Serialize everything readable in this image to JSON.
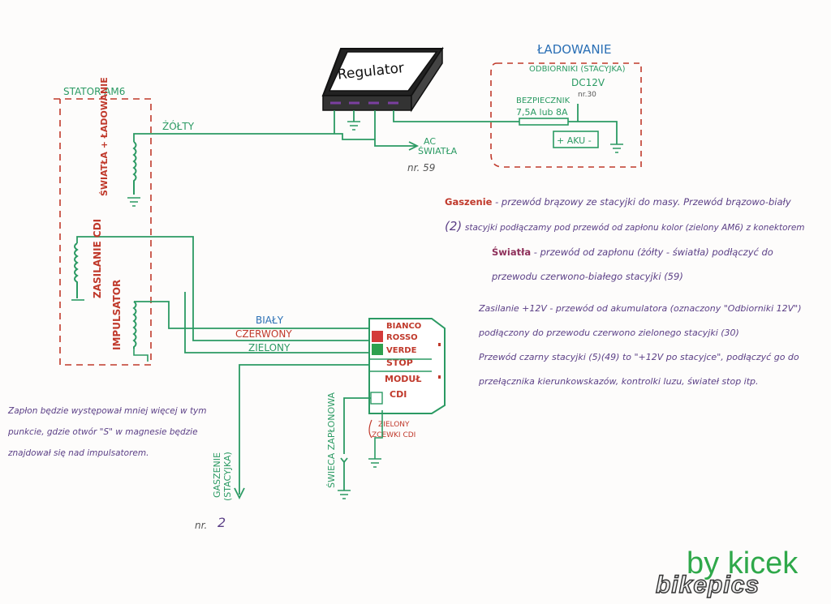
{
  "regulator": {
    "label": "Regulator"
  },
  "stator": {
    "title": "STATOR AM6",
    "coil_lights": "ŚWIATŁA + ŁADOWANIE",
    "coil_cdi": "ZASILANIE CDI",
    "coil_pickup": "IMPULSATOR"
  },
  "wires": {
    "yellow": "ŻÓŁTY",
    "white": "BIAŁY",
    "red": "CZERWONY",
    "green": "ZIELONY"
  },
  "ac_lights": {
    "label_1": "AC",
    "label_2": "ŚWIATŁA",
    "nr": "nr. 59"
  },
  "charging": {
    "title": "ŁADOWANIE",
    "receivers": "ODBIORNIKI (STACYJKA)",
    "dc": "DC12V",
    "dc_nr": "nr.30",
    "fuse_1": "BEZPIECZNIK",
    "fuse_2": "7,5A lub 8A",
    "battery": "+ AKU -"
  },
  "cdi": {
    "terminal_white": "BIANCO",
    "terminal_red": "ROSSO",
    "terminal_green": "VERDE",
    "terminal_stop": "STOP",
    "module_1": "MODUŁ",
    "module_2": "CDI",
    "coil_1": "ZIELONY",
    "coil_2": "ZCEWKI CDI"
  },
  "bottom": {
    "kill_1": "GASZENIE",
    "kill_2": "(STACYJKA)",
    "spark": "ŚWIECA ZAPŁONOWA",
    "nr_label": "nr.",
    "nr_value": "2"
  },
  "notes": {
    "n1_title": "Gaszenie",
    "n1_text": " - przewód brązowy ze stacyjki do masy. Przewód brązowo-biały",
    "n1_num": "(2)",
    "n1_text2": "stacyjki podłączamy pod przewód od zapłonu kolor (zielony AM6) z konektorem",
    "n2_title": "Światła",
    "n2_text": " - przewód od zapłonu (żółty - światła) podłączyć do przewodu czerwono-białego stacyjki (59)",
    "n3": "Zasilanie +12V - przewód od akumulatora (oznaczony \"Odbiorniki 12V\") podłączony do przewodu czerwono zielonego stacyjki (30)",
    "n4": "Przewód czarny stacyjki (5)(49) to \"+12V po stacyjce\", podłączyć go do przełącznika kierunkowskazów, kontrolki luzu, świateł stop itp.",
    "n5": "Zapłon będzie występował mniej więcej w tym punkcie, gdzie otwór \"S\" w magnesie będzie znajdował się nad impulsatorem."
  },
  "signature": "by kicek",
  "logo": "bikepics",
  "colors": {
    "wire_green": "#2b9a63",
    "label_red": "#c0392b",
    "label_blue": "#2a6fb5",
    "cdi_red": "#d43a3a",
    "cdi_green": "#2ea04f",
    "purple": "#7b3fa0"
  }
}
